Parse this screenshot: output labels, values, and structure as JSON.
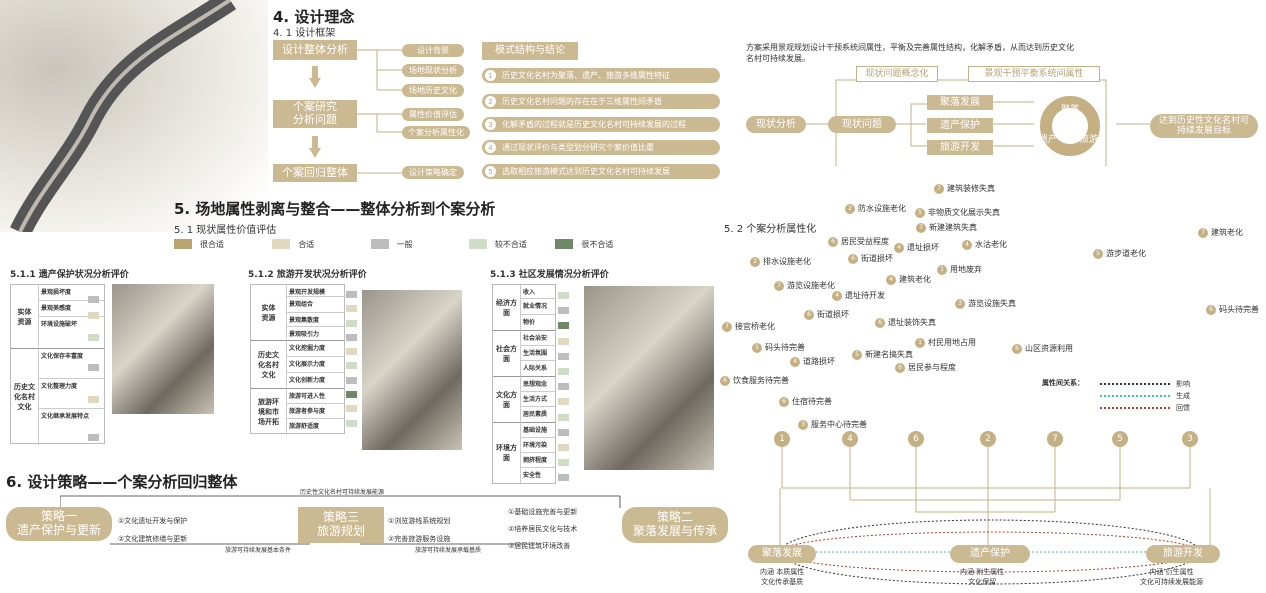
{
  "section4": {
    "title": "4. 设计理念",
    "sub": "4. 1  设计框架",
    "flow": [
      "设计整体分析",
      "个案研究\n分析问题",
      "个案回归整体"
    ],
    "side_tags": [
      "设计背景",
      "场地现状分析",
      "场地历史文化",
      "属性价值评估",
      "个案分析属性化",
      "设计策略确定"
    ],
    "model_title": "模式结构与结论",
    "model_items": [
      {
        "n": "1",
        "text": "历史文化名村为聚落、遗产、旅游多维属性特征"
      },
      {
        "n": "2",
        "text": "历史文化名村问题的存在在于三维属性间矛盾"
      },
      {
        "n": "3",
        "text": "化解矛盾的过程就是历史文化名村可持续发展的过程"
      },
      {
        "n": "4",
        "text": "通过现状评价与类型划分研究个案价值比重"
      },
      {
        "n": "5",
        "text": "选取相应旅游模式达到历史文化名村可持续发展"
      }
    ]
  },
  "section5": {
    "title": "5. 场地属性剥离与整合——整体分析到个案分析",
    "sub": "5. 1  现状属性价值评估",
    "legend": [
      {
        "label": "很合适",
        "color": "#b7a470"
      },
      {
        "label": "合适",
        "color": "#e2d8c2"
      },
      {
        "label": "一般",
        "color": "#bdbdbd"
      },
      {
        "label": "较不合适",
        "color": "#cfdcc6"
      },
      {
        "label": "很不合适",
        "color": "#6e8868"
      }
    ],
    "t1": {
      "title": "5.1.1  遗产保护状况分析评价",
      "groups": [
        {
          "cat": "实体\n资源",
          "rows": [
            "景观损坏度",
            "景观美感度",
            "环境设施破坏"
          ]
        },
        {
          "cat": "历史文\n化名村\n文化",
          "rows": [
            "文化保存丰富度",
            "文化整理力度",
            "文化继承发展特点"
          ]
        }
      ]
    },
    "t2": {
      "title": "5.1.2  旅游开发状况分析评价",
      "groups": [
        {
          "cat": "实体\n资源",
          "rows": [
            "景观开发规模",
            "景观组合",
            "景观集散度",
            "景观吸引力"
          ]
        },
        {
          "cat": "历史文\n化名村\n文化",
          "rows": [
            "文化挖掘力度",
            "文化展示力度",
            "文化创新力度"
          ]
        },
        {
          "cat": "旅游环\n境和市\n场开拓",
          "rows": [
            "旅游可进入性",
            "旅游者参与度",
            "旅游舒适度"
          ]
        }
      ]
    },
    "t3": {
      "title": "5.1.3  社区发展情况分析评价",
      "groups": [
        {
          "cat": "经济方\n面",
          "rows": [
            "收入",
            "就业情况",
            "物价"
          ]
        },
        {
          "cat": "社会方\n面",
          "rows": [
            "社会治安",
            "生活氛围",
            "人际关系"
          ]
        },
        {
          "cat": "文化方\n面",
          "rows": [
            "思想观念",
            "生活方式",
            "居民素质"
          ]
        },
        {
          "cat": "环境方\n面",
          "rows": [
            "基础设施",
            "环境污染",
            "拥挤程度",
            "安全性"
          ]
        }
      ]
    }
  },
  "section52": {
    "intro": "方案采用景观规划设计干预系统间属性，平衡及完善属性结构，化解矛盾，从而达到历史文化名村可持续发展。",
    "boxes": {
      "problem_concept": "现状问题概念化",
      "intervention": "景观干预平衡系统间属性",
      "current_analysis": "现状分析",
      "current_problem": "现状问题",
      "settlement": "聚落发展",
      "heritage": "遗产保护",
      "tourism": "旅游开发",
      "goal": "达到历史性文化名村可持续发展目标",
      "cycle": [
        "聚落",
        "遗产",
        "旅游"
      ]
    },
    "title": "5. 2  个案分析属性化",
    "map_labels": [
      {
        "n": "7",
        "t": "建筑装修失真"
      },
      {
        "n": "2",
        "t": "防水设施老化"
      },
      {
        "n": "5",
        "t": "非物质文化展示失真"
      },
      {
        "n": "7",
        "t": "新建建筑失真"
      },
      {
        "n": "6",
        "t": "居民受益程度"
      },
      {
        "n": "4",
        "t": "遗址损坏"
      },
      {
        "n": "4",
        "t": "水沽老化"
      },
      {
        "n": "2",
        "t": "排水设施老化"
      },
      {
        "n": "6",
        "t": "街道损坏"
      },
      {
        "n": "4",
        "t": "建筑老化"
      },
      {
        "n": "1",
        "t": "用地废弃"
      },
      {
        "n": "7",
        "t": "游览设施老化"
      },
      {
        "n": "4",
        "t": "遗址待开发"
      },
      {
        "n": "3",
        "t": "游览设施失真"
      },
      {
        "n": "6",
        "t": "街道损坏"
      },
      {
        "n": "7",
        "t": "接官桥老化"
      },
      {
        "n": "6",
        "t": "遗址装饰失真"
      },
      {
        "n": "1",
        "t": "码头待完善"
      },
      {
        "n": "1",
        "t": "村民用地占用"
      },
      {
        "n": "4",
        "t": "道路损坏"
      },
      {
        "n": "5",
        "t": "新建名搞失真"
      },
      {
        "n": "6",
        "t": "山区资源利用"
      },
      {
        "n": "6",
        "t": "居民参与程度"
      },
      {
        "n": "6",
        "t": "饮食服务待完善"
      },
      {
        "n": "6",
        "t": "住宿待完善"
      },
      {
        "n": "3",
        "t": "服务中心待完善"
      },
      {
        "n": "7",
        "t": "建筑老化"
      },
      {
        "n": "5",
        "t": "游步道老化"
      },
      {
        "n": "6",
        "t": "码头待完善"
      }
    ],
    "relation_title": "属性间关系：",
    "relations": [
      {
        "label": "影响",
        "color": "#333333"
      },
      {
        "label": "生成",
        "color": "#3bbbd0"
      },
      {
        "label": "回馈",
        "color": "#c0392b"
      }
    ],
    "bottom_nums": [
      "1",
      "4",
      "6",
      "2",
      "7",
      "5",
      "3"
    ],
    "bottom": [
      {
        "label": "聚落发展",
        "sub1": "内涵 本质属性",
        "sub2": "文化传承基质"
      },
      {
        "label": "遗产保护",
        "sub1": "内涵 附生属性",
        "sub2": "文化保留"
      },
      {
        "label": "旅游开发",
        "sub1": "内涵 衍生属性",
        "sub2": "文化可持续发展能源"
      }
    ]
  },
  "section6": {
    "title": "6. 设计策略——个案分析回归整体",
    "top_note": "历史性文化名村可持续发展能源",
    "s1": "策略一\n遗产保护与更新",
    "s1_items": [
      "①文化遗址开发与保护",
      "②文化建筑修缮与更新"
    ],
    "s1_note": "旅游可持续发展基本条件",
    "s3": "策略三\n旅游规划",
    "s3_items": [
      "①浏览游线系统规划",
      "②完善旅游服务设施"
    ],
    "s3_note": "旅游可持续发展承载基质",
    "s2": "策略二\n聚落发展与传承",
    "s2_items": [
      "①基础设施完善与更新",
      "②培养居民文化与技术",
      "③居民建筑环境改善"
    ]
  }
}
